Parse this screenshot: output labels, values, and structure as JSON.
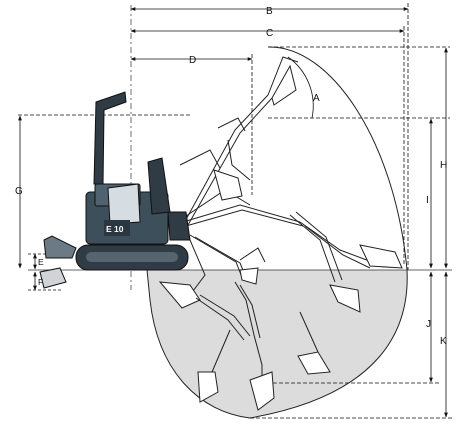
{
  "diagram": {
    "model_label": "E 10",
    "dimensions": {
      "A": "A",
      "B": "B",
      "C": "C",
      "D": "D",
      "E": "E",
      "F": "F",
      "G": "G",
      "H": "H",
      "I": "I",
      "J": "J",
      "K": "K"
    }
  }
}
